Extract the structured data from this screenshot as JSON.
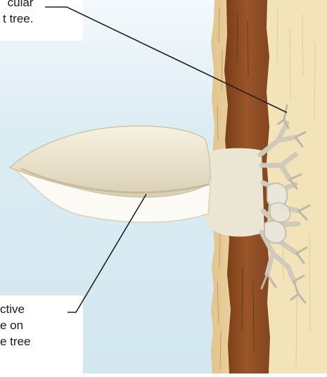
{
  "labels": {
    "top": {
      "lines": [
        "cular",
        "t tree."
      ]
    },
    "bottom": {
      "lines": [
        "ctive",
        "e on",
        "e tree"
      ]
    }
  },
  "colors": {
    "sky": "#dcecf3",
    "bark_outer": "#e7cf9d",
    "bark_inner": "#8a4a22",
    "wood": "#f3e3b8",
    "fungus_cap": "#efe9d6",
    "fungus_underside": "#fbfaf4",
    "mycelium": "#d9d6c8",
    "leader_line": "#222222"
  }
}
